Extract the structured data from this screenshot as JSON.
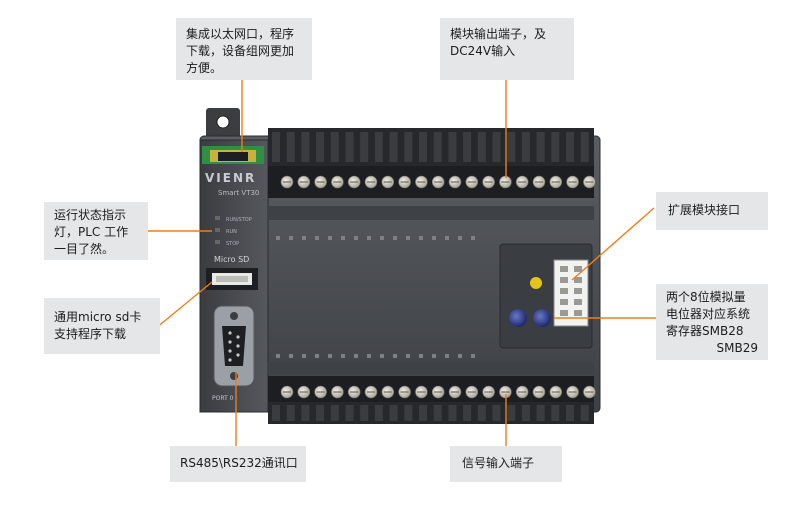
{
  "device": {
    "brand": "VIENR",
    "model": "Smart VT30",
    "leds": [
      "RUN/STOP",
      "RUN",
      "STOP"
    ],
    "sd_label": "Micro SD",
    "port_label": "PORT 0"
  },
  "callouts": {
    "ethernet": [
      "集成以太网口，程序",
      "下载，设备组网更加",
      "方便。"
    ],
    "output_terminals": [
      "模块输出端子，及",
      "DC24V输入"
    ],
    "status_led": [
      "运行状态指示",
      "灯，PLC 工作",
      "一目了然。"
    ],
    "expansion": [
      "扩展模块接口"
    ],
    "micro_sd": [
      "通用micro sd卡",
      "支持程序下载"
    ],
    "potentiometer": [
      "两个8位模拟量",
      "电位器对应系统",
      "寄存器SMB28",
      "SMB29"
    ],
    "serial_port": [
      "RS485\\RS232通讯口"
    ],
    "input_terminals": [
      "信号输入端子"
    ]
  },
  "colors": {
    "callout_bg": "#e4e6e8",
    "leader": "#f07d1a",
    "housing": "#4a4d52",
    "housing_dark": "#2e3034",
    "terminal_block": "#1d1e21",
    "screw": "#d9d6cc"
  }
}
